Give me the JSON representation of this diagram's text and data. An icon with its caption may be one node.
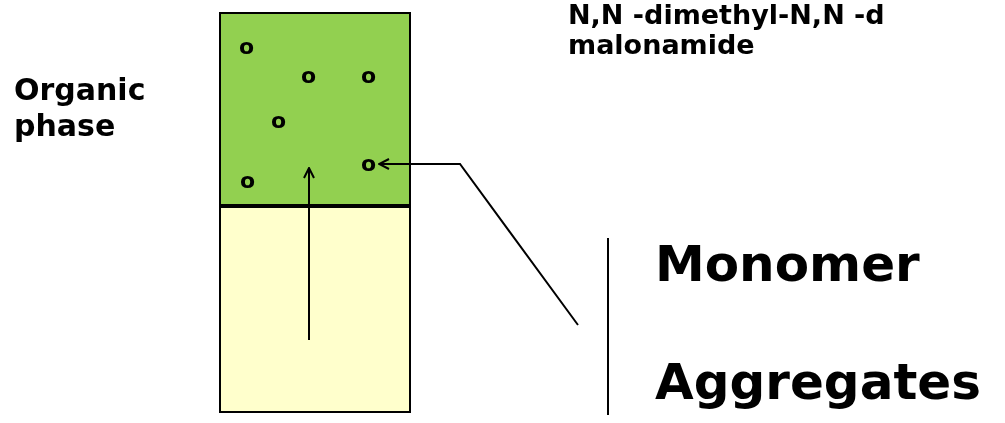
{
  "diagram": {
    "nodes": [
      {
        "text": [],
        "shape": "box",
        "beside": [
          "Organic phase"
        ]
      },
      {
        "text": [
          "o"
        ],
        "in": 0
      },
      {
        "text": [
          "o"
        ],
        "in": 0
      },
      {
        "text": [
          "o"
        ],
        "in": 0
      },
      {
        "text": [
          "o"
        ],
        "in": 0
      },
      {
        "text": [
          "o"
        ],
        "in": 0
      },
      {
        "text": [
          "o"
        ],
        "in": 0
      },
      {
        "text": [],
        "shape": "box"
      }
    ],
    "edges": [
      {
        "from": 7,
        "to": 0,
        "arrow": "to"
      },
      {
        "from": null,
        "to": 5,
        "arrow": "to"
      }
    ],
    "labels": [
      "N,N -dimethyl-N,N -d malonamide",
      "Monomer",
      "Aggregates"
    ]
  }
}
